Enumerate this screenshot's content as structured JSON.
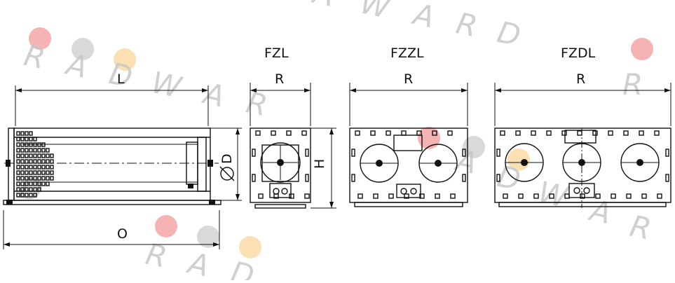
{
  "watermark": {
    "text": "RADWARD",
    "letters": [
      "R",
      "A",
      "D",
      "W",
      "A",
      "R",
      "D"
    ],
    "dot_colors": [
      "#f6b3b3",
      "#d9d9d9",
      "#fbe0b3"
    ]
  },
  "labels": {
    "fzl": "FZL",
    "fzzl": "FZZL",
    "fzdl": "FZDL",
    "length": "L",
    "overall": "O",
    "radius_fzl": "R",
    "radius_fzzl": "R",
    "radius_fzdl": "R",
    "height": "H",
    "diameter": "D"
  },
  "colors": {
    "line": "#111111",
    "background": "#ffffff",
    "watermark": "#c8c8c8"
  }
}
